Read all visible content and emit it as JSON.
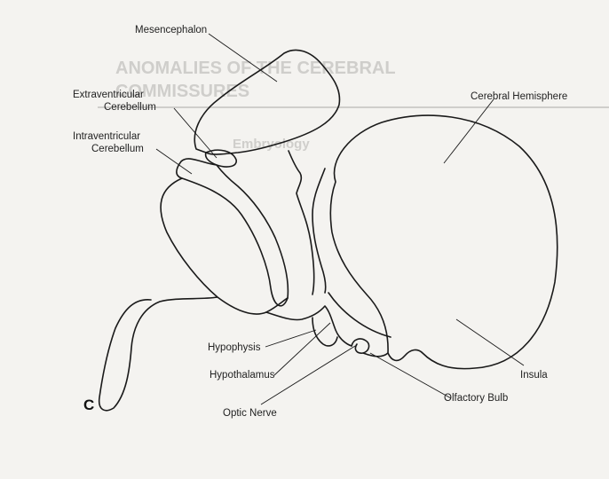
{
  "panel_letter": "C",
  "labels": {
    "mesencephalon": "Mesencephalon",
    "extraventricular_cerebellum": [
      "Extraventricular",
      "Cerebellum"
    ],
    "intraventricular_cerebellum": [
      "Intraventricular",
      "Cerebellum"
    ],
    "cerebral_hemisphere": "Cerebral Hemisphere",
    "hypophysis": "Hypophysis",
    "hypothalamus": "Hypothalamus",
    "optic_nerve": "Optic Nerve",
    "insula": "Insula",
    "olfactory_bulb": "Olfactory Bulb"
  },
  "background_text": {
    "heading_line1": "ANOMALIES OF THE CEREBRAL",
    "heading_line2": "COMMISSURES",
    "subheading": "Embryology"
  }
}
